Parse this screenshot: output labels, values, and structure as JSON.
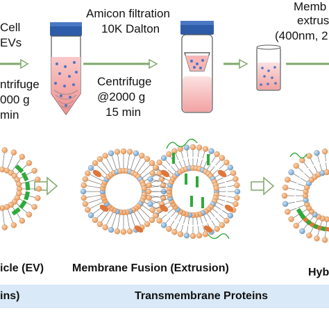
{
  "step1": {
    "line1": "Cell",
    "line2": "EVs",
    "cond1": "ntrifuge",
    "cond2": "000 g",
    "cond3": "min"
  },
  "step2": {
    "filter_line1": "Amicon filtration",
    "filter_line2": "10K Dalton",
    "cond1": "Centrifuge",
    "cond2": "@2000 g",
    "cond3": "15 min"
  },
  "step3": {
    "line1": "Memb",
    "line2": "extrus",
    "line3": "(400nm, 2"
  },
  "labels": {
    "ev": "icle (EV)",
    "fusion": "Membrane Fusion (Extrusion)",
    "hybrid": "Hyb"
  },
  "legend": {
    "left_text": "ins)",
    "transmembrane": "Transmembrane Proteins"
  },
  "colors": {
    "tube_cap": "#2f5ca8",
    "liquid": "#f4a9a8",
    "vesicle_dot": "#4a76c4",
    "lipid_head": "#f2a86b",
    "lipid_head_blue": "#7fb6e3",
    "arrow": "#7fa86a",
    "protein_green": "#2eaa3a",
    "protein_orange": "#e0763a",
    "legend_bg": "#d9e9f7"
  }
}
